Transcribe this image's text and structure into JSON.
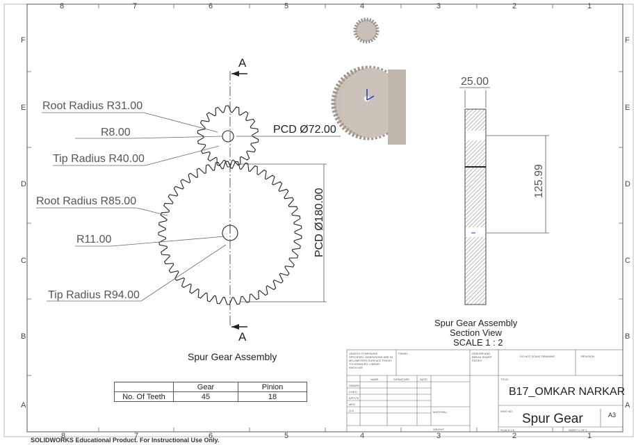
{
  "zones": {
    "columns": [
      "8",
      "7",
      "6",
      "5",
      "4",
      "3",
      "2",
      "1"
    ],
    "rows": [
      "F",
      "E",
      "D",
      "C",
      "B",
      "A"
    ]
  },
  "front_view": {
    "section_label_top": "A",
    "section_label_bottom": "A",
    "callouts": {
      "pinion_root_radius": "Root Radius R31.00",
      "pinion_bore": "R8.00",
      "pinion_tip_radius": "Tip Radius R40.00",
      "gear_root_radius": "Root Radius R85.00",
      "gear_bore": "R11.00",
      "gear_tip_radius": "Tip Radius R94.00"
    },
    "pcd_pinion": "PCD  Ø72.00",
    "pcd_gear": "PCD  Ø180.00",
    "caption": "Spur Gear Assembly"
  },
  "section_view": {
    "width_dim": "25.00",
    "center_distance": "125.99",
    "caption_line1": "Spur Gear Assembly",
    "caption_line2": "Section View",
    "caption_line3": "SCALE 1 : 2"
  },
  "teeth_table": {
    "headers": [
      "",
      "Gear",
      "Pinion"
    ],
    "row_label": "No. Of Teeth",
    "gear": "45",
    "pinion": "18"
  },
  "title_block": {
    "tolerance_note": "UNLESS OTHERWISE SPECIFIED: DIMENSIONS ARE IN MILLIMETERS SURFACE FINISH: TOLERANCES: LINEAR: ANGULAR:",
    "finish_label": "FINISH:",
    "deburr_label": "DEBURR AND BREAK SHARP EDGES",
    "do_not_scale": "DO NOT SCALE DRAWING",
    "revision_label": "REVISION",
    "col_name": "NAME",
    "col_signature": "SIGNATURE",
    "col_date": "DATE",
    "row_drawn": "DRAWN",
    "row_chkd": "CHK'D",
    "row_appvd": "APPV'D",
    "row_mfg": "MFG",
    "row_qa": "Q.A",
    "material_label": "MATERIAL:",
    "weight_label": "WEIGHT:",
    "title_label": "TITLE:",
    "title_value": "B17_OMKAR NARKAR",
    "dwg_no_label": "DWG NO.",
    "dwg_no_value": "Spur Gear",
    "size_value": "A3",
    "scale_label": "SCALE:1:5",
    "sheet_label": "SHEET 1 OF 1"
  },
  "watermark": "SOLIDWORKS Educational Product. For Instructional Use Only."
}
